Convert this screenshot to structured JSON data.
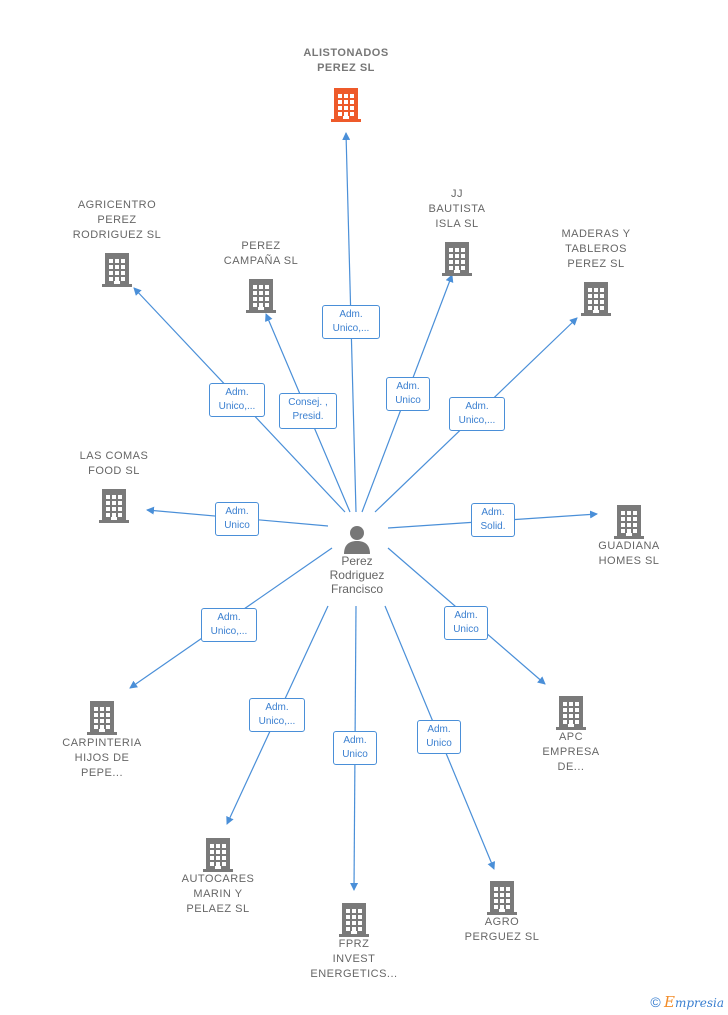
{
  "center": {
    "name": "Perez\nRodriguez\nFrancisco",
    "icon": "person-icon"
  },
  "nodes": [
    {
      "id": "alistonados",
      "name": "ALISTONADOS\nPEREZ  SL",
      "color": "#ee5a2a",
      "main": true,
      "relation": "Adm.\nUnico,..."
    },
    {
      "id": "agricentro",
      "name": "AGRICENTRO\nPEREZ\nRODRIGUEZ SL",
      "color": "#7a7a7a",
      "relation": "Adm.\nUnico,..."
    },
    {
      "id": "perez-campana",
      "name": "PEREZ\nCAMPAÑA  SL",
      "color": "#7a7a7a",
      "relation": "Consej. ,\nPresid."
    },
    {
      "id": "jj-bautista",
      "name": "JJ\nBAUTISTA\nISLA  SL",
      "color": "#7a7a7a",
      "relation": "Adm.\nUnico"
    },
    {
      "id": "maderas",
      "name": "MADERAS Y\nTABLEROS\nPEREZ  SL",
      "color": "#7a7a7a",
      "relation": "Adm.\nUnico,..."
    },
    {
      "id": "las-comas",
      "name": "LAS COMAS\nFOOD  SL",
      "color": "#7a7a7a",
      "relation": "Adm.\nUnico"
    },
    {
      "id": "guadiana",
      "name": "GUADIANA\nHOMES  SL",
      "color": "#7a7a7a",
      "relation": "Adm.\nSolid."
    },
    {
      "id": "carpinteria",
      "name": "CARPINTERIA\nHIJOS DE\nPEPE...",
      "color": "#7a7a7a",
      "relation": "Adm.\nUnico,..."
    },
    {
      "id": "apc",
      "name": "APC\nEMPRESA\nDE...",
      "color": "#7a7a7a",
      "relation": "Adm.\nUnico"
    },
    {
      "id": "autocares",
      "name": "AUTOCARES\nMARIN Y\nPELAEZ SL",
      "color": "#7a7a7a",
      "relation": "Adm.\nUnico,..."
    },
    {
      "id": "fprz",
      "name": "FPRZ\nINVEST\nENERGETICS...",
      "color": "#7a7a7a",
      "relation": "Adm.\nUnico"
    },
    {
      "id": "agro",
      "name": "AGRO\nPERGUEZ  SL",
      "color": "#7a7a7a",
      "relation": "Adm.\nUnico"
    }
  ],
  "edge_color": "#4a8fd8",
  "footer": {
    "copyright": "©",
    "brand_e": "E",
    "brand_rest": "mpresia"
  }
}
